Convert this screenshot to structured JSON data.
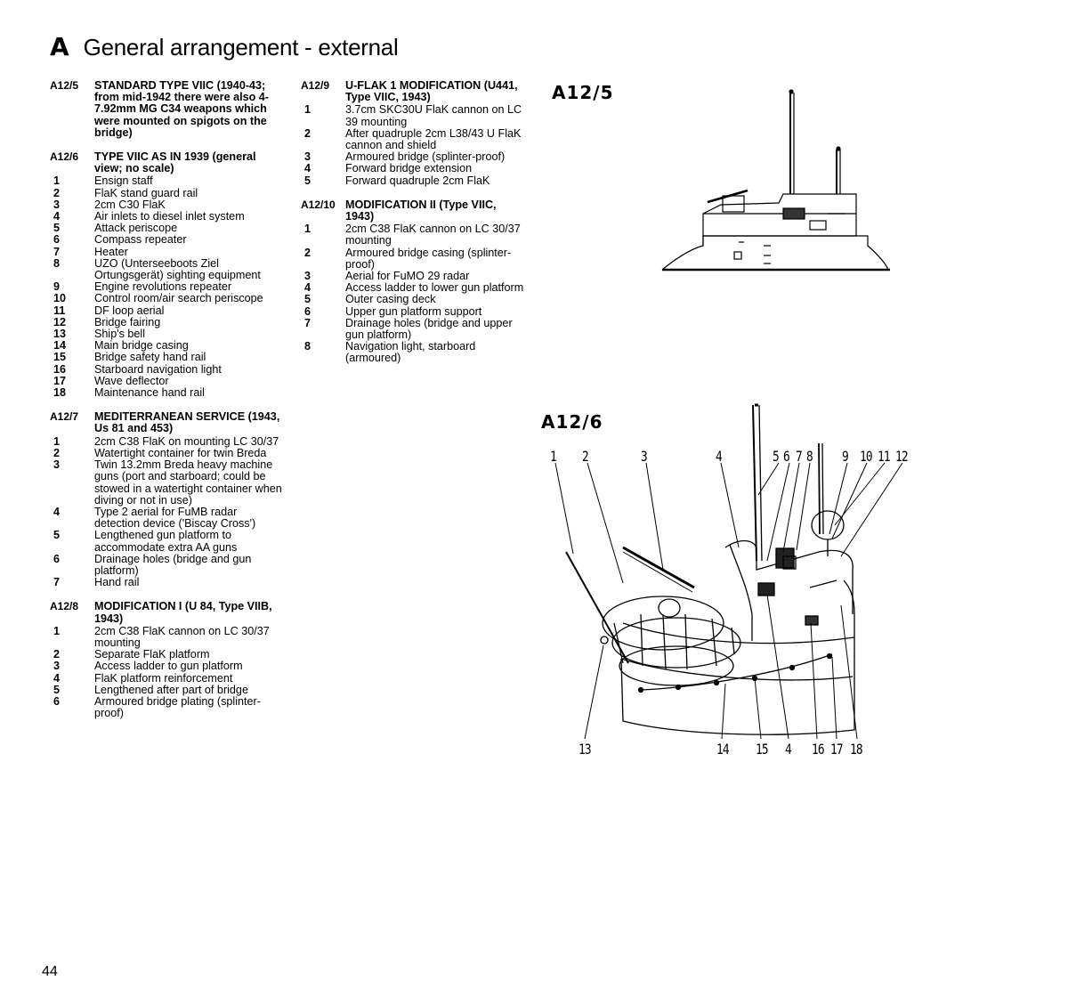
{
  "header": {
    "letter": "A",
    "title": "General arrangement - external"
  },
  "columns": [
    [
      {
        "id": "A12/5",
        "title": "STANDARD TYPE VIIC (1940-43; from mid-1942 there were also 4-7.92mm MG C34 weapons which were mounted on spigots on the bridge)",
        "items": []
      },
      {
        "id": "A12/6",
        "title": "TYPE VIIC AS IN 1939 (general view; no scale)",
        "items": [
          {
            "n": "1",
            "t": "Ensign staff"
          },
          {
            "n": "2",
            "t": "FlaK stand guard rail"
          },
          {
            "n": "3",
            "t": "2cm C30 FlaK"
          },
          {
            "n": "4",
            "t": "Air inlets to diesel inlet system"
          },
          {
            "n": "5",
            "t": "Attack periscope"
          },
          {
            "n": "6",
            "t": "Compass repeater"
          },
          {
            "n": "7",
            "t": "Heater"
          },
          {
            "n": "8",
            "t": "UZO (Unterseeboots Ziel Ortungsgerät) sighting equipment"
          },
          {
            "n": "9",
            "t": "Engine revolutions repeater"
          },
          {
            "n": "10",
            "t": "Control room/air search periscope"
          },
          {
            "n": "11",
            "t": "DF loop aerial"
          },
          {
            "n": "12",
            "t": "Bridge fairing"
          },
          {
            "n": "13",
            "t": "Ship's bell"
          },
          {
            "n": "14",
            "t": "Main bridge casing"
          },
          {
            "n": "15",
            "t": "Bridge safety hand rail"
          },
          {
            "n": "16",
            "t": "Starboard navigation light"
          },
          {
            "n": "17",
            "t": "Wave deflector"
          },
          {
            "n": "18",
            "t": "Maintenance hand rail"
          }
        ]
      },
      {
        "id": "A12/7",
        "title": "MEDITERRANEAN SERVICE (1943, Us 81 and 453)",
        "items": [
          {
            "n": "1",
            "t": "2cm C38 FlaK on mounting LC 30/37"
          },
          {
            "n": "2",
            "t": "Watertight container for twin Breda"
          },
          {
            "n": "3",
            "t": "Twin 13.2mm Breda heavy machine guns (port and starboard; could be stowed in a watertight container when diving or not in use)"
          },
          {
            "n": "4",
            "t": "Type 2 aerial for FuMB radar detection device ('Biscay Cross')"
          },
          {
            "n": "5",
            "t": "Lengthened gun platform to accommodate extra AA guns"
          },
          {
            "n": "6",
            "t": "Drainage holes (bridge and gun platform)"
          },
          {
            "n": "7",
            "t": "Hand rail"
          }
        ]
      },
      {
        "id": "A12/8",
        "title": "MODIFICATION I (U 84, Type VIIB, 1943)",
        "items": [
          {
            "n": "1",
            "t": "2cm C38 FlaK cannon on LC 30/37 mounting"
          },
          {
            "n": "2",
            "t": "Separate FlaK platform"
          },
          {
            "n": "3",
            "t": "Access ladder to gun platform"
          },
          {
            "n": "4",
            "t": "FlaK platform reinforcement"
          },
          {
            "n": "5",
            "t": "Lengthened after part of bridge"
          },
          {
            "n": "6",
            "t": "Armoured bridge plating (splinter-proof)"
          }
        ]
      }
    ],
    [
      {
        "id": "A12/9",
        "title": "U-FLAK 1 MODIFICATION (U441, Type VIIC, 1943)",
        "items": [
          {
            "n": "1",
            "t": "3.7cm SKC30U FlaK cannon on LC 39 mounting"
          },
          {
            "n": "2",
            "t": "After quadruple 2cm L38/43 U FlaK cannon and shield"
          },
          {
            "n": "3",
            "t": "Armoured bridge (splinter-proof)"
          },
          {
            "n": "4",
            "t": "Forward bridge extension"
          },
          {
            "n": "5",
            "t": "Forward quadruple 2cm FlaK"
          }
        ]
      },
      {
        "id": "A12/10",
        "title": "MODIFICATION II (Type VIIC, 1943)",
        "items": [
          {
            "n": "1",
            "t": "2cm C38 FlaK cannon on LC 30/37 mounting"
          },
          {
            "n": "2",
            "t": "Armoured bridge casing (splinter-proof)"
          },
          {
            "n": "3",
            "t": "Aerial for FuMO 29 radar"
          },
          {
            "n": "4",
            "t": "Access ladder to lower gun platform"
          },
          {
            "n": "5",
            "t": "Outer casing deck"
          },
          {
            "n": "6",
            "t": "Upper gun platform support"
          },
          {
            "n": "7",
            "t": "Drainage holes (bridge and upper gun platform)"
          },
          {
            "n": "8",
            "t": "Navigation light, starboard (armoured)"
          }
        ]
      }
    ]
  ],
  "figures": {
    "a12_5": {
      "label": "A12/5"
    },
    "a12_6": {
      "label": "A12/6",
      "callouts_top": [
        "1",
        "2",
        "3",
        "4",
        "5",
        "6",
        "7",
        "8",
        "9",
        "10",
        "11",
        "12"
      ],
      "callouts_bottom": [
        "13",
        "14",
        "15",
        "4",
        "16",
        "17",
        "18"
      ]
    }
  },
  "page_number": "44"
}
